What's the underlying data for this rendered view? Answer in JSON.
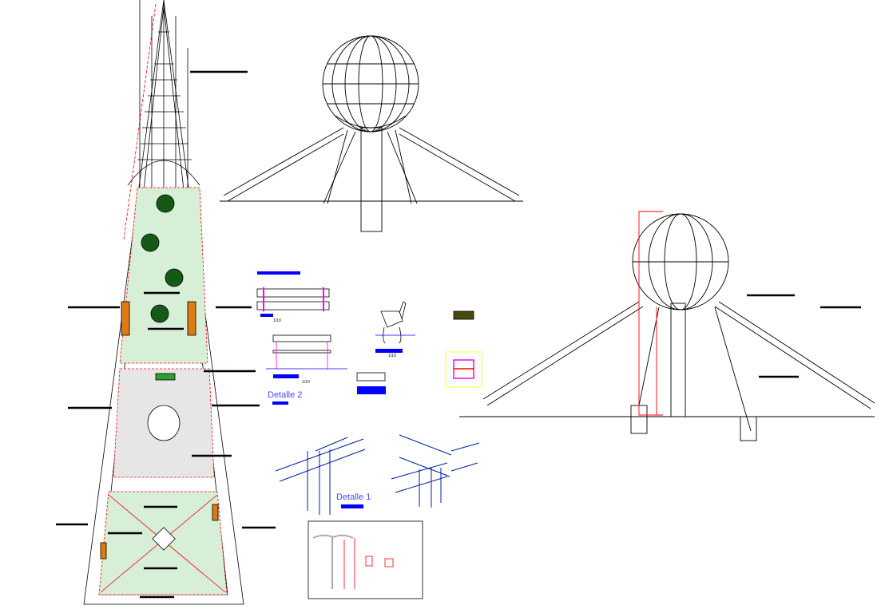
{
  "drawing": {
    "detail_labels": {
      "detalle_2": "Detalle 2",
      "detalle_1": "Detalle 1"
    },
    "scale_labels": [
      "1/10",
      "1/10",
      "1/10"
    ],
    "colors": {
      "linework": "#000000",
      "annotation_leader": "#ff0000",
      "detail_blue": "#0000cc",
      "title_block_blue": "#0000ff",
      "grass": "#2e9e2e",
      "wood": "#e07a10",
      "highlight_magenta": "#ff00ff",
      "highlight_yellow": "#ffff00"
    },
    "views": [
      "park-plan",
      "globe-front-elevation",
      "globe-side-elevation",
      "bench-detail",
      "chair-detail",
      "planter-detail",
      "wood-joint-detail-1",
      "wood-joint-detail-2",
      "lamp-post-detail"
    ]
  }
}
